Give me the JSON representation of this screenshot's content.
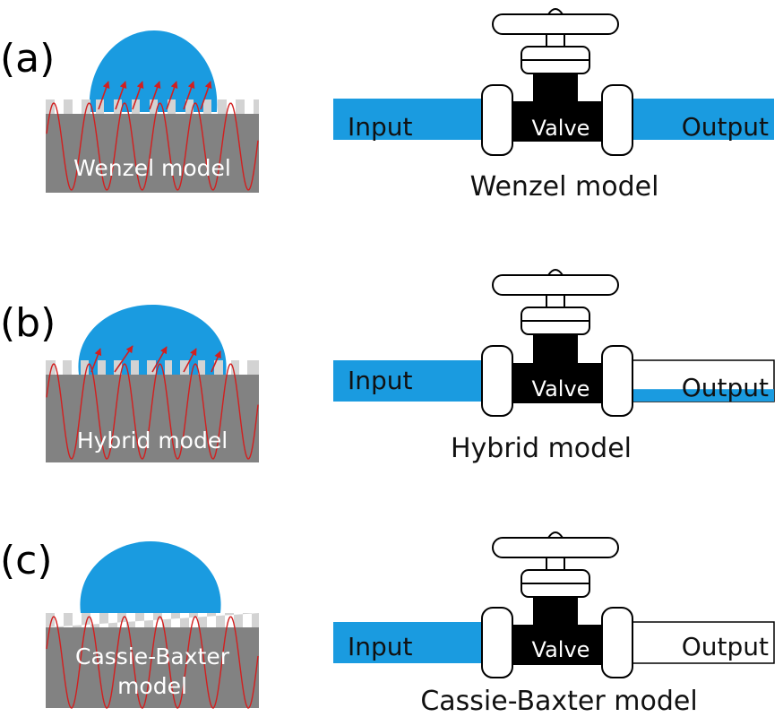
{
  "colors": {
    "water": "#1a9be0",
    "substrate": "#828282",
    "pillar": "#d3d3d3",
    "wave": "#d21f1f",
    "valve_body": "#000000",
    "outline": "#000000"
  },
  "panels": [
    {
      "label": "(a)",
      "substrate_lines": [
        "Wenzel model"
      ],
      "caption": "Wenzel model",
      "input_label": "Input",
      "valve_label": "Valve",
      "output_label": "Output",
      "output_fill_fraction": 1.0,
      "input_fill_fraction": 1.0
    },
    {
      "label": "(b)",
      "substrate_lines": [
        "Hybrid model"
      ],
      "caption": "Hybrid model",
      "input_label": "Input",
      "valve_label": "Valve",
      "output_label": "Output",
      "output_fill_fraction": 0.3,
      "input_fill_fraction": 1.0
    },
    {
      "label": "(c)",
      "substrate_lines": [
        "Cassie-Baxter",
        "model"
      ],
      "caption": "Cassie-Baxter model",
      "input_label": "Input",
      "valve_label": "Valve",
      "output_label": "Output",
      "output_fill_fraction": 0.0,
      "input_fill_fraction": 1.0
    }
  ]
}
